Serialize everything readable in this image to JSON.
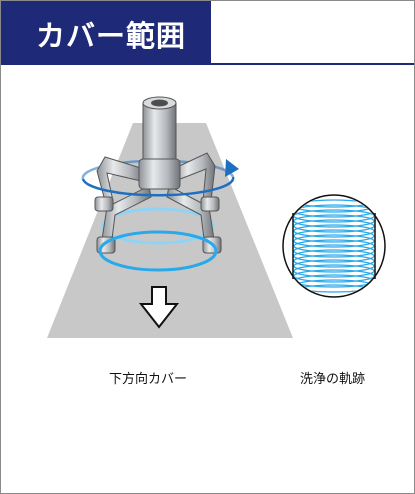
{
  "header": {
    "title": "カバー範囲"
  },
  "captions": {
    "left": "下方向カバー",
    "right": "洗浄の軌跡"
  },
  "colors": {
    "header_bg": "#1e2a78",
    "spray_cone": "#c8c8c8",
    "ring": "#2aa9ea",
    "rotation_arrow": "#1f6fc1",
    "nozzle_body": "#b9bcbf"
  }
}
